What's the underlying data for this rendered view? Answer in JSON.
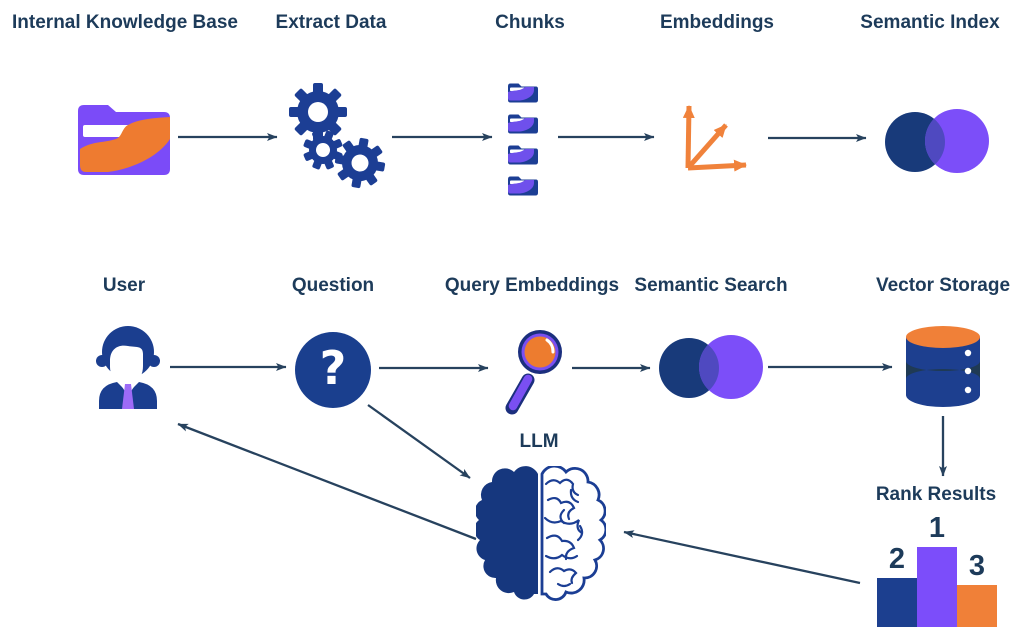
{
  "flow_top": {
    "internal_knowledge_base": {
      "label": "Internal Knowledge Base",
      "icon": "folder-icon"
    },
    "extract_data": {
      "label": "Extract Data",
      "icon": "gears-icon"
    },
    "chunks": {
      "label": "Chunks",
      "icon": "folder-stack-icon"
    },
    "embeddings": {
      "label": "Embeddings",
      "icon": "vector-arrows-icon"
    },
    "semantic_index": {
      "label": "Semantic Index",
      "icon": "venn-circles-icon"
    }
  },
  "flow_bottom": {
    "user": {
      "label": "User",
      "icon": "person-icon"
    },
    "question": {
      "label": "Question",
      "icon": "question-circle-icon",
      "symbol": "?"
    },
    "query_embeddings": {
      "label": "Query Embeddings",
      "icon": "magnifier-icon"
    },
    "semantic_search": {
      "label": "Semantic Search",
      "icon": "venn-circles-icon"
    },
    "vector_storage": {
      "label": "Vector Storage",
      "icon": "database-icon"
    }
  },
  "llm": {
    "label": "LLM",
    "icon": "brain-icon"
  },
  "rank_results": {
    "label": "Rank Results",
    "bars": {
      "first": {
        "rank": "1",
        "color": "#7C4DFA"
      },
      "second": {
        "rank": "2",
        "color": "#1C3F8F"
      },
      "third": {
        "rank": "3",
        "color": "#F08038"
      }
    }
  },
  "connections": [
    {
      "from": "Internal Knowledge Base",
      "to": "Extract Data"
    },
    {
      "from": "Extract Data",
      "to": "Chunks"
    },
    {
      "from": "Chunks",
      "to": "Embeddings"
    },
    {
      "from": "Embeddings",
      "to": "Semantic Index"
    },
    {
      "from": "User",
      "to": "Question"
    },
    {
      "from": "Question",
      "to": "Query Embeddings"
    },
    {
      "from": "Query Embeddings",
      "to": "Semantic Search"
    },
    {
      "from": "Semantic Search",
      "to": "Vector Storage"
    },
    {
      "from": "Vector Storage",
      "to": "Rank Results"
    },
    {
      "from": "Question",
      "to": "LLM"
    },
    {
      "from": "Rank Results",
      "to": "LLM"
    },
    {
      "from": "LLM",
      "to": "User"
    }
  ],
  "colors": {
    "background": "#FFFFFF",
    "label_text": "#1D3B5A",
    "arrow": "#27425E",
    "royal_blue": "#1C3E94",
    "venn_navy": "#183A7A",
    "venn_purple": "#7C4EF9",
    "venn_overlap": "#4F49C0",
    "purple": "#7B4BF8",
    "orange": "#F08038",
    "db_dark_band": "#1F3A54",
    "brain_blue": "#16377E"
  }
}
